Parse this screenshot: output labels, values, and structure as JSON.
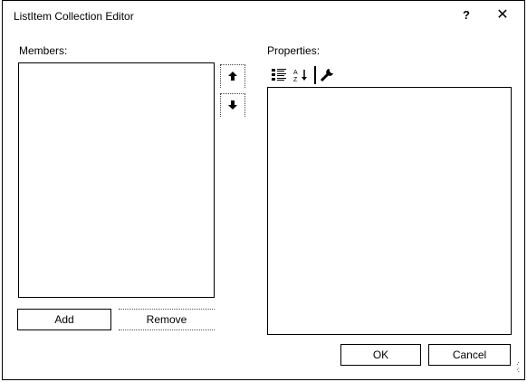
{
  "window": {
    "title": "ListItem Collection Editor",
    "help_label": "?",
    "close_label": "✕"
  },
  "members": {
    "label": "Members:"
  },
  "properties": {
    "label": "Properties:"
  },
  "buttons": {
    "add": "Add",
    "remove": "Remove",
    "ok": "OK",
    "cancel": "Cancel"
  },
  "icons": {
    "categorized": "categorized-view-icon",
    "alphabetical": "alphabetical-sort-icon",
    "property_pages": "wrench-icon",
    "move_up": "arrow-up-icon",
    "move_down": "arrow-down-icon"
  }
}
